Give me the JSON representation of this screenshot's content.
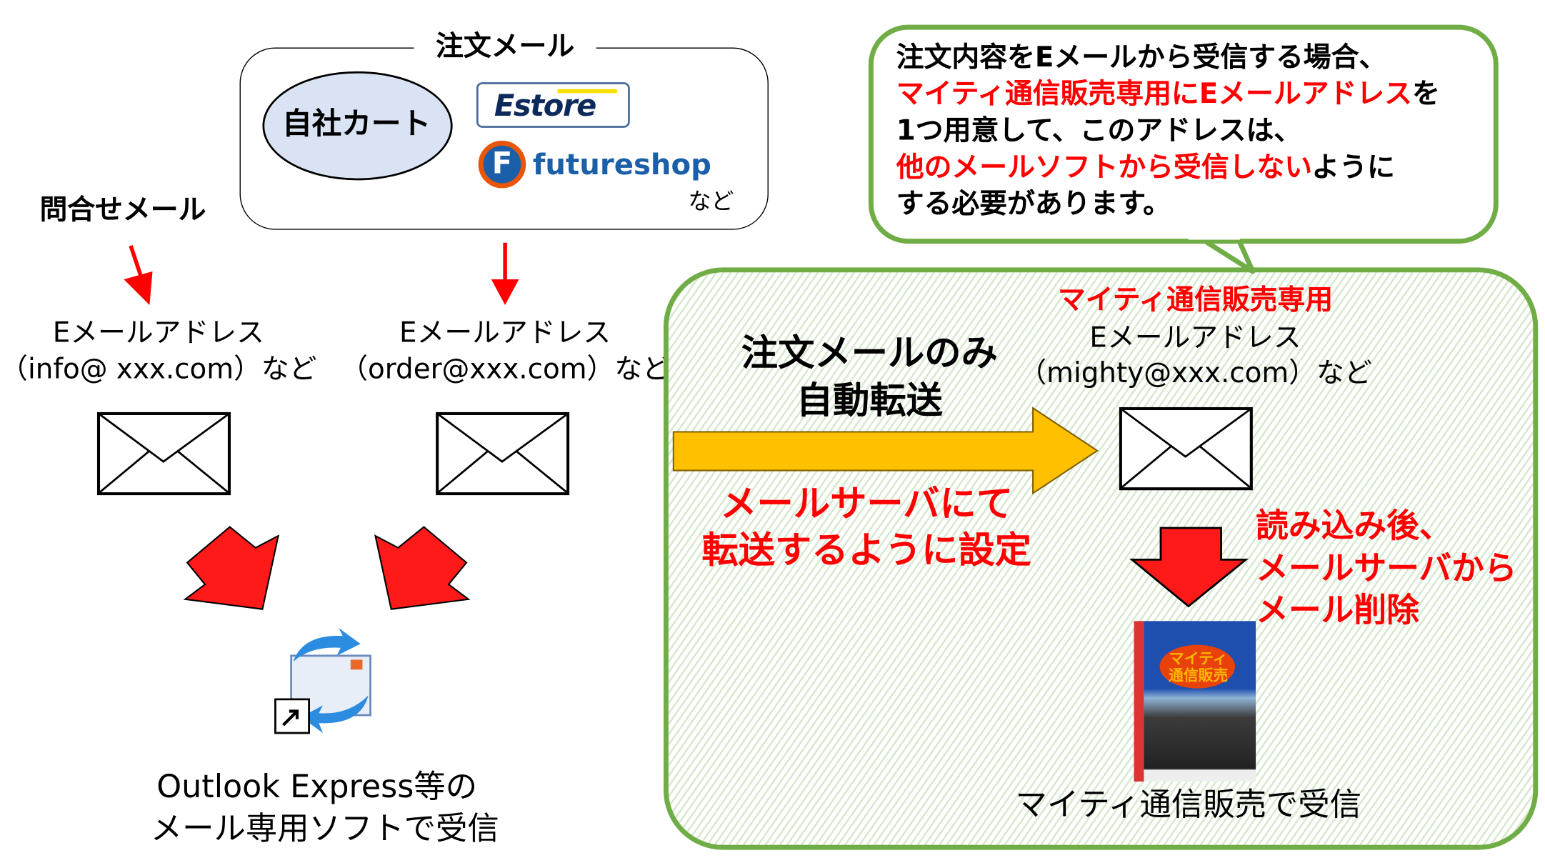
{
  "order_mail": {
    "title": "注文メール",
    "own_cart": "自社カート",
    "estore_logo": "Estore",
    "futureshop_logo": "futureshop",
    "etc": "など"
  },
  "inquiry_mail": {
    "title": "問合せメール"
  },
  "left_address": {
    "line1": "Eメールアドレス",
    "line2": "（info@ xxx.com）など"
  },
  "middle_address": {
    "line1": "Eメールアドレス",
    "line2": "（order@xxx.com）など"
  },
  "outlook": {
    "line1": "Outlook Express等の",
    "line2": "メール専用ソフトで受信"
  },
  "callout": {
    "line1": "注文内容をEメールから受信する場合、",
    "line2_red": "マイティ通信販売専用にEメールアドレス",
    "line2_black": "を",
    "line3": "1つ用意して、このアドレスは、",
    "line4_red": "他のメールソフトから受信しない",
    "line4_black": "ように",
    "line5": "する必要があります。"
  },
  "forward": {
    "line1": "注文メールのみ",
    "line2": "自動転送",
    "note1": "メールサーバにて",
    "note2": "転送するように設定"
  },
  "mighty_address": {
    "title": "マイティ通信販売専用",
    "line1": "Eメールアドレス",
    "line2": "（mighty@xxx.com）など"
  },
  "after_read": {
    "line1": "読み込み後、",
    "line2": "メールサーバから",
    "line3": "メール削除"
  },
  "product": {
    "box_title": "マイティ通信販売",
    "caption": "マイティ通信販売で受信"
  },
  "colors": {
    "red": "#ff0000",
    "green_border": "#70ad47",
    "yellow_arrow": "#ffc000",
    "cart_fill": "#dae3f3",
    "futureshop_blue": "#1a5fa8",
    "futureshop_orange": "#e8560a"
  }
}
